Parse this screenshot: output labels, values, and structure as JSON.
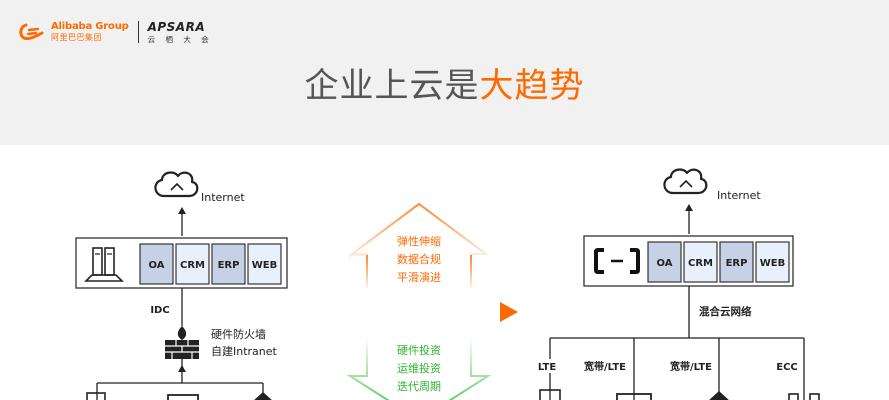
{
  "header": {
    "alibaba_en": "Alibaba Group",
    "alibaba_cn": "阿里巴巴集团",
    "apsara_en": "APSARA",
    "apsara_cn": "云 栖 大 会"
  },
  "title": {
    "part1": "企业上云是",
    "part2": "大趋势"
  },
  "left": {
    "internet": "Internet",
    "apps": [
      "OA",
      "CRM",
      "ERP",
      "WEB"
    ],
    "idc": "IDC",
    "firewall_line1": "硬件防火墙",
    "firewall_line2": "自建Intranet"
  },
  "right": {
    "internet": "Internet",
    "apps": [
      "OA",
      "CRM",
      "ERP",
      "WEB"
    ],
    "hybrid": "混合云网络",
    "branches": [
      "LTE",
      "宽带/LTE",
      "宽带/LTE",
      "ECC"
    ]
  },
  "middle": {
    "up": [
      "弹性伸缩",
      "数据合规",
      "平滑演进"
    ],
    "down": [
      "硬件投资",
      "运维投资",
      "迭代周期"
    ]
  },
  "colors": {
    "accent": "#ff6a00",
    "green": "#2db52d",
    "highlight_fill": "#c7d1e6",
    "light_fill": "#e9f0fb",
    "text_gray": "#555555"
  }
}
